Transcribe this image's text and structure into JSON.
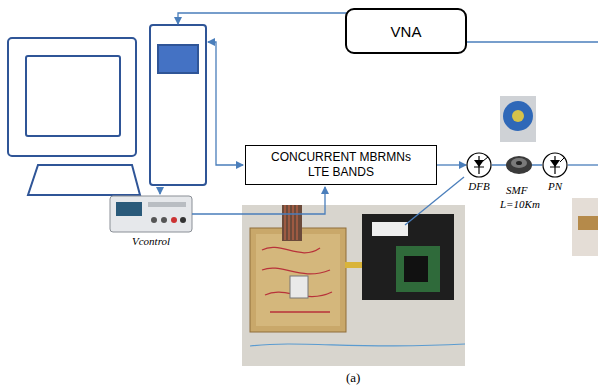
{
  "diagram": {
    "caption": "(a)",
    "nodes": [
      {
        "text": [
          "VNA"
        ]
      },
      {
        "text": [
          "CONCURRENT MBRMNs LTE BANDS"
        ]
      },
      {
        "text": [
          "DFB"
        ]
      },
      {
        "text": [
          "PN"
        ]
      }
    ],
    "edges": [
      {
        "from": 1,
        "to": 2,
        "arrow": "to"
      },
      {
        "from": 2,
        "to": 3,
        "arrow": "none"
      }
    ],
    "labels": [
      "SMF",
      "L=10Km",
      "Vcontrol"
    ]
  }
}
